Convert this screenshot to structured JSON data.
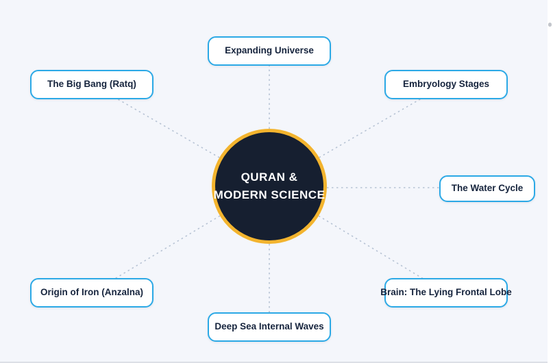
{
  "colors": {
    "background": "#f4f6fb",
    "node_border": "#2ba9e6",
    "node_text": "#16243d",
    "center_fill": "#161f30",
    "center_ring": "#f3b42e",
    "center_text": "#ffffff",
    "edge_line": "#b7c3d4",
    "bottom_border": "#dcdfe6"
  },
  "center": {
    "label_line1": "QURAN &",
    "label_line2": "MODERN SCIENCE"
  },
  "nodes": [
    {
      "id": "expanding-universe",
      "label": "Expanding Universe"
    },
    {
      "id": "big-bang",
      "label": "The Big Bang (Ratq)"
    },
    {
      "id": "embryology",
      "label": "Embryology Stages"
    },
    {
      "id": "water-cycle",
      "label": "The Water Cycle"
    },
    {
      "id": "brain-frontal-lobe",
      "label": "Brain: The Lying Frontal Lobe"
    },
    {
      "id": "deep-sea",
      "label": "Deep Sea Internal Waves"
    },
    {
      "id": "origin-of-iron",
      "label": "Origin of Iron (Anzalna)"
    }
  ]
}
